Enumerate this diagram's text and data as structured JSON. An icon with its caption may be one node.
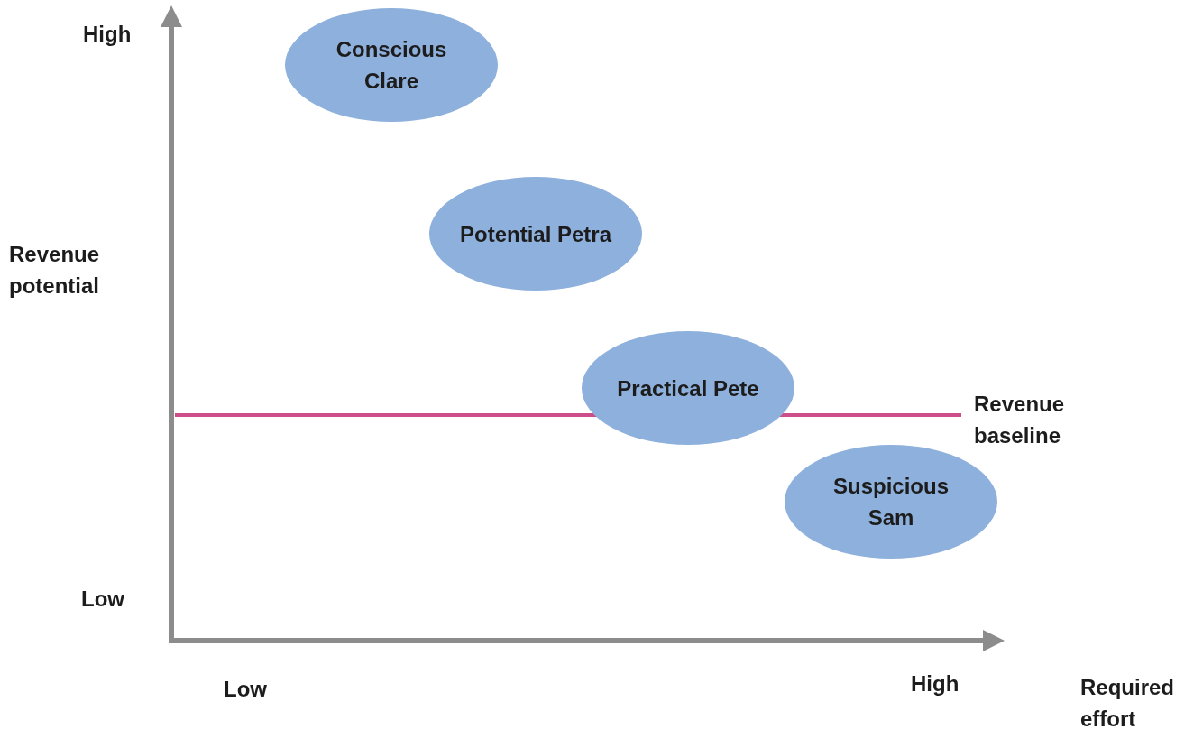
{
  "diagram": {
    "nodes": [
      {
        "text": [
          "Conscious Clare"
        ]
      },
      {
        "text": [
          "Potential Petra"
        ]
      },
      {
        "text": [
          "Practical Pete"
        ]
      },
      {
        "text": [
          "Suspicious Sam"
        ]
      }
    ],
    "labels": [
      "High",
      "Revenue potential",
      "Revenue baseline",
      "Low",
      "Low",
      "High",
      "Required effort"
    ]
  }
}
